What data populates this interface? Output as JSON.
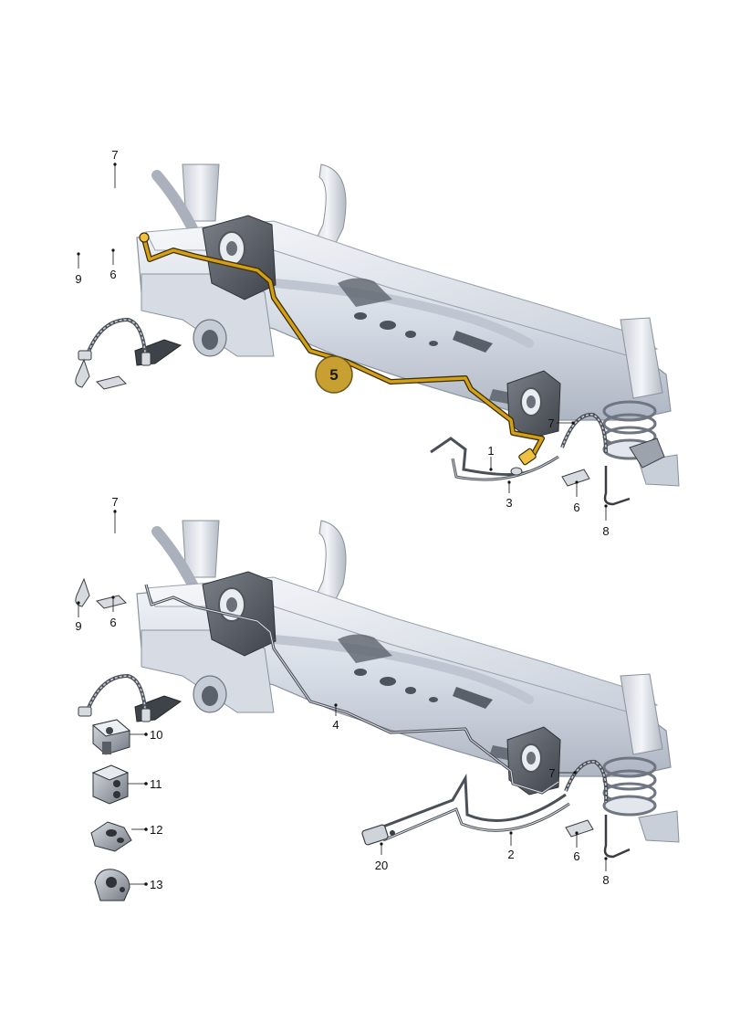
{
  "diagram": {
    "highlight_color": "#d4a017",
    "badge_color": "#c8a032",
    "highlight_badge": "5",
    "top_assembly": {
      "labels": {
        "hose_left": "7",
        "bracket_left": "6",
        "bolt_left": "9",
        "line_center": "1",
        "line_bottom": "3",
        "hose_right": "7",
        "bracket_right": "6",
        "bolt_right": "8"
      }
    },
    "bottom_assembly": {
      "labels": {
        "hose_left": "7",
        "bracket_left": "6",
        "bolt_left": "9",
        "pipe_main": "4",
        "line_bottom": "2",
        "clip": "20",
        "hose_right": "7",
        "bracket_right": "6",
        "bolt_right": "8"
      }
    },
    "holders": [
      {
        "label": "10",
        "icon": "pipe-holder-block-icon"
      },
      {
        "label": "11",
        "icon": "pipe-holder-double-icon"
      },
      {
        "label": "12",
        "icon": "pipe-holder-clip-icon"
      },
      {
        "label": "13",
        "icon": "pipe-holder-round-icon"
      }
    ]
  }
}
